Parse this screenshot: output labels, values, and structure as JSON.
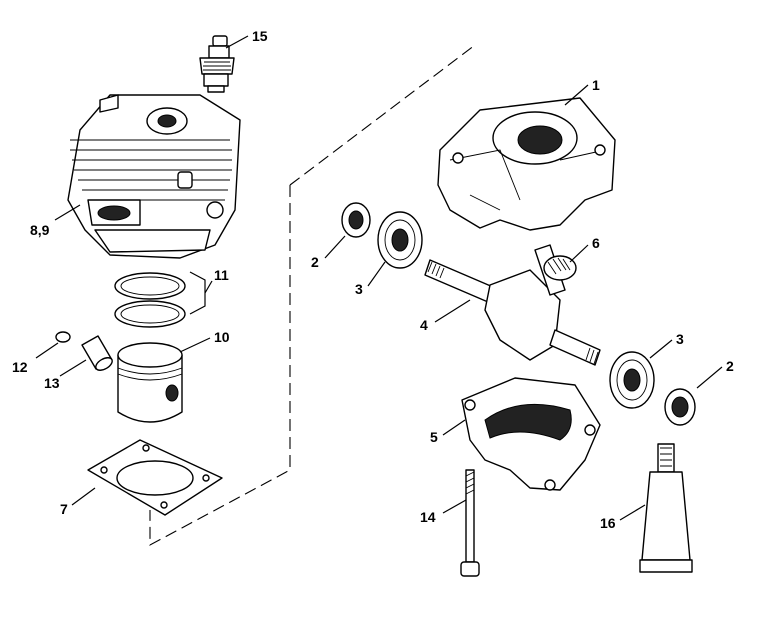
{
  "callouts": {
    "c1": "1",
    "c2a": "2",
    "c2b": "2",
    "c3a": "3",
    "c3b": "3",
    "c4": "4",
    "c5": "5",
    "c6": "6",
    "c7": "7",
    "c89": "8,9",
    "c10": "10",
    "c11": "11",
    "c12": "12",
    "c13": "13",
    "c14": "14",
    "c15": "15",
    "c16": "16"
  }
}
